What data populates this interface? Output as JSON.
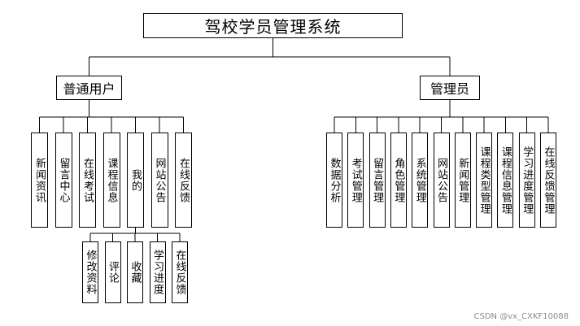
{
  "root": {
    "label": "驾校学员管理系统"
  },
  "user": {
    "label": "普通用户",
    "children": [
      "新闻资讯",
      "留言中心",
      "在线考试",
      "课程信息",
      "我的",
      "网站公告",
      "在线反馈"
    ],
    "my_children": [
      "修改资料",
      "评论",
      "收藏",
      "学习进度",
      "在线反馈"
    ]
  },
  "admin": {
    "label": "管理员",
    "children": [
      "数据分析",
      "考试管理",
      "留言管理",
      "角色管理",
      "系统管理",
      "网站公告",
      "新闻管理",
      "课程类型管理",
      "课程信息管理",
      "学习进度管理",
      "在线反馈管理"
    ]
  },
  "watermark": "CSDN @vx_CXKF10088"
}
